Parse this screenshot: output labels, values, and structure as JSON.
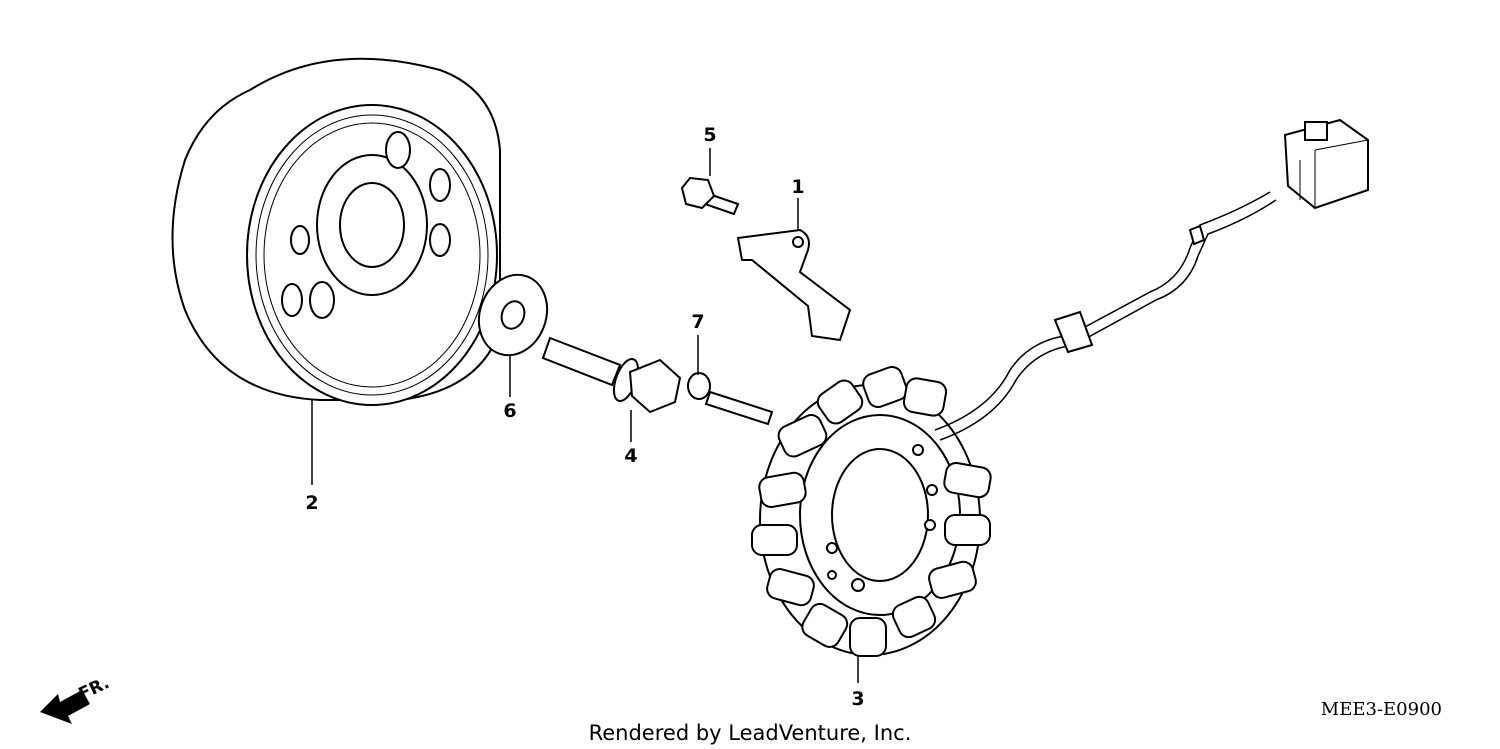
{
  "callouts": [
    {
      "id": "1",
      "label": "1"
    },
    {
      "id": "2",
      "label": "2"
    },
    {
      "id": "3",
      "label": "3"
    },
    {
      "id": "4",
      "label": "4"
    },
    {
      "id": "5",
      "label": "5"
    },
    {
      "id": "6",
      "label": "6"
    },
    {
      "id": "7",
      "label": "7"
    }
  ],
  "direction_label": "FR.",
  "diagram_code": "MEE3-E0900",
  "credit": "Rendered by LeadVenture, Inc."
}
